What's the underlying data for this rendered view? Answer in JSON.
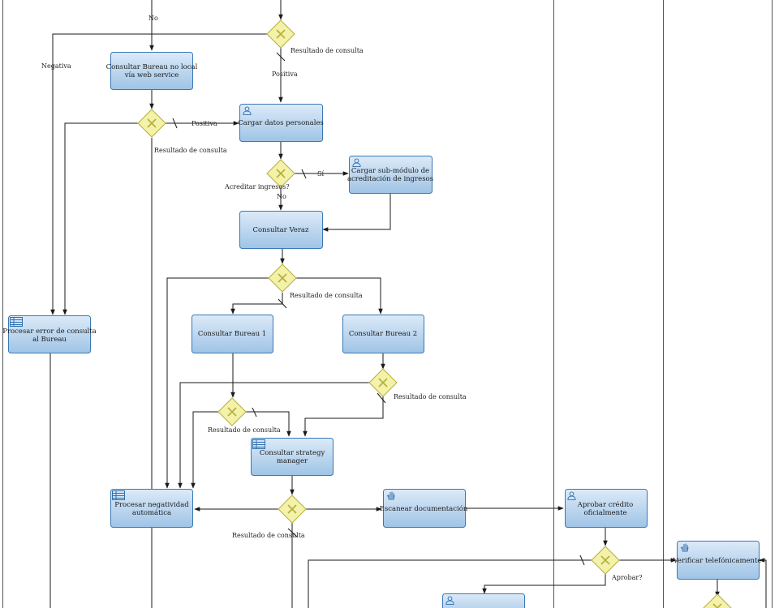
{
  "colors": {
    "task_fill_top": "#dceaf8",
    "task_fill_bottom": "#9fc4e6",
    "task_stroke": "#3a78b5",
    "gateway_fill": "#f4f1a8",
    "gateway_stroke": "#b4ae40",
    "edge": "#1a1a1a",
    "lane": "#555555"
  },
  "top_label": "Consultar Bureau no local",
  "tasks": {
    "consultar_bureau_local": [
      "Consultar Bureau no local",
      "vía web service"
    ],
    "cargar_datos": [
      "Cargar datos personales"
    ],
    "cargar_submodulo": [
      "Cargar sub-módulo de",
      "acreditación de ingresos"
    ],
    "consultar_veraz": [
      "Consultar Veraz"
    ],
    "procesar_error": [
      "Procesar error de consulta",
      "al Bureau"
    ],
    "consultar_bureau1": [
      "Consultar Bureau 1"
    ],
    "consultar_bureau2": [
      "Consultar Bureau 2"
    ],
    "strategy_manager": [
      "Consultar strategy",
      "manager"
    ],
    "procesar_negatividad": [
      "Procesar negatividad",
      "automática"
    ],
    "escanear": [
      "Escanear documentación"
    ],
    "aprobar_credito": [
      "Aprobar crédito",
      "oficialmente"
    ],
    "verificar_tel": [
      "Verificar telefónicamente"
    ],
    "bottom_task": [
      ""
    ]
  },
  "labels": {
    "no_top": "No",
    "resultado_1": "Resultado de consulta",
    "negativa": "Negativa",
    "positiva_1": "Positiva",
    "positiva_2": "Positiva",
    "resultado_2": "Resultado de consulta",
    "si": "Sí",
    "acreditar": "Acreditar ingresos?",
    "no_2": "No",
    "resultado_3": "Resultado de consulta",
    "resultado_4": "Resultado de consulta",
    "resultado_5": "Resultado de consulta",
    "resultado_6": "Resultado de consulta",
    "aprobar": "Aprobar?"
  }
}
